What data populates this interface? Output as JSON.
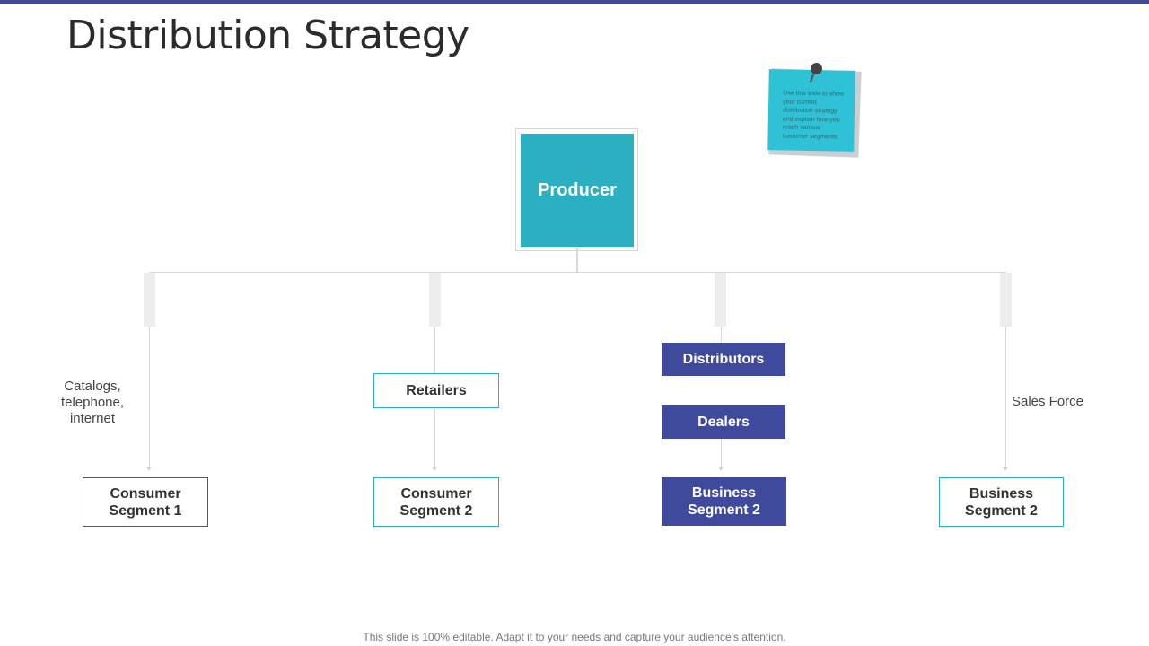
{
  "slide": {
    "title": "Distribution Strategy",
    "footer": "This slide is 100% editable. Adapt it to your needs and capture your audience's attention.",
    "accent_color": "#3f4a9c",
    "teal_color": "#2ab0c1"
  },
  "sticky_note": {
    "text": "Use this slide to show your current distribution strategy and explain how you reach various customer segments"
  },
  "producer": {
    "label": "Producer"
  },
  "channels": [
    {
      "side_label": "Catalogs, telephone, internet",
      "intermediaries": [],
      "segment": "Consumer Segment 1"
    },
    {
      "intermediaries": [
        "Retailers"
      ],
      "segment": "Consumer Segment 2"
    },
    {
      "intermediaries": [
        "Distributors",
        "Dealers"
      ],
      "segment": "Business Segment 2"
    },
    {
      "side_label": "Sales Force",
      "intermediaries": [],
      "segment": "Business Segment 2"
    }
  ]
}
